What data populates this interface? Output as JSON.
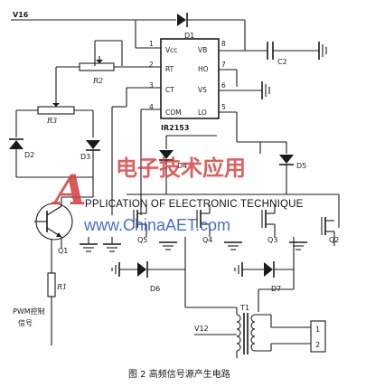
{
  "figure": {
    "caption": "图 2 高频信号源产生电路"
  },
  "ic": {
    "name": "IR2153",
    "pins_left": [
      {
        "num": "1",
        "label": "Vcc"
      },
      {
        "num": "2",
        "label": "RT"
      },
      {
        "num": "3",
        "label": "CT"
      },
      {
        "num": "4",
        "label": "COM"
      }
    ],
    "pins_right": [
      {
        "num": "8",
        "label": "VB"
      },
      {
        "num": "7",
        "label": "HO"
      },
      {
        "num": "6",
        "label": "VS"
      },
      {
        "num": "5",
        "label": "LO"
      }
    ]
  },
  "labels": {
    "v16": "V16",
    "v12": "V12",
    "d1": "D1",
    "c2": "C2",
    "r2": "R2",
    "r3": "R3",
    "r1": "R1",
    "d2": "D2",
    "d3": "D3",
    "d4": "D4",
    "d5": "D5",
    "d6": "D6",
    "d7": "D7",
    "q1": "Q1",
    "q2": "Q2",
    "q3": "Q3",
    "q4": "Q4",
    "q5": "Q5",
    "t1": "T1",
    "pwm_line1": "PWM控制",
    "pwm_line2": "信号",
    "conn_1": "1",
    "conn_2": "2"
  },
  "watermark": {
    "chinese": "电子技术应用",
    "initial": "A",
    "line": "PPLICATION OF ELECTRONIC TECHNIQUE",
    "url": "www.ChinaAET.com"
  }
}
